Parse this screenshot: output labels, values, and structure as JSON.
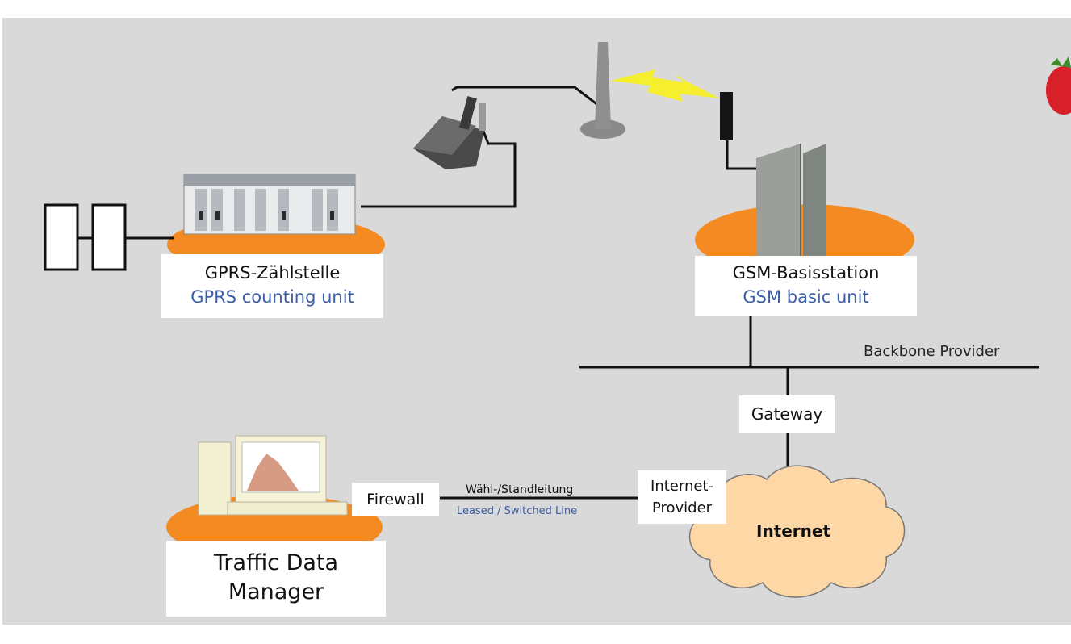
{
  "colors": {
    "background": "#d9d9d9",
    "ellipse": "#f38a22",
    "line": "#111111",
    "english_text": "#3a5ea8",
    "lightning": "#f5ef2e",
    "cloud": "#fdd7a6"
  },
  "nodes": {
    "gprs": {
      "de": "GPRS-Zählstelle",
      "en": "GPRS counting unit"
    },
    "gsm": {
      "de": "GSM-Basisstation",
      "en": "GSM basic unit"
    },
    "tdm": {
      "line1": "Traffic Data",
      "line2": "Manager"
    },
    "gateway": "Gateway",
    "firewall": "Firewall",
    "provider": {
      "line1": "Internet-",
      "line2": "Provider"
    },
    "internet": "Internet"
  },
  "links": {
    "backbone": "Backbone Provider",
    "line_de": "Wähl-/Standleitung",
    "line_en": "Leased / Switched Line"
  },
  "icons": [
    "loop-detector-icon",
    "rack-unit-icon",
    "gprs-modem-icon",
    "antenna-mast-icon",
    "lightning-icon",
    "base-station-cabinet-icon",
    "computer-icon",
    "cloud-icon",
    "strawberry-icon"
  ]
}
